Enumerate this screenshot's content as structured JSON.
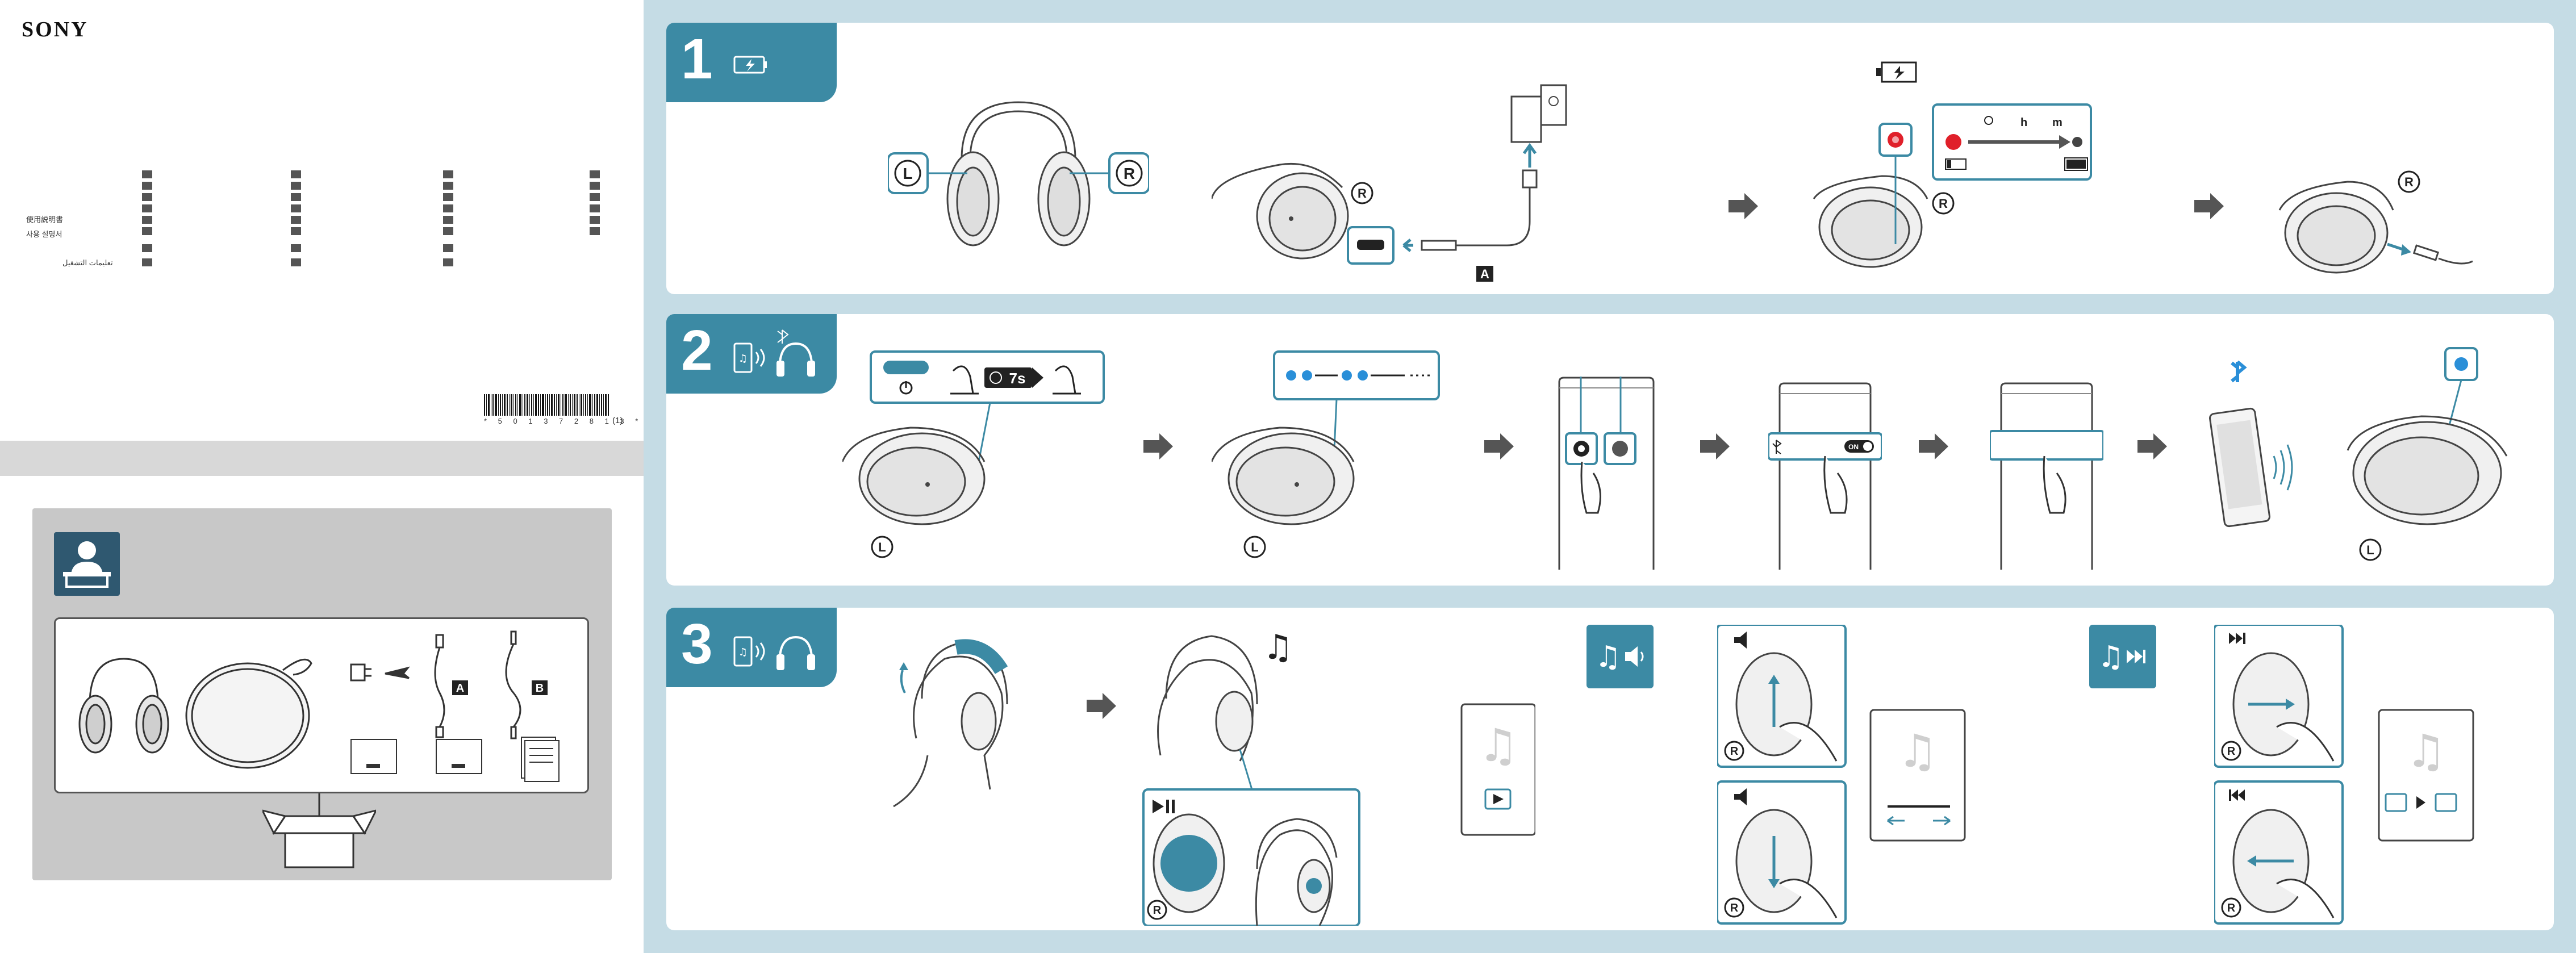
{
  "brand": "SONY",
  "languages": {
    "japanese": "使用説明書",
    "korean": "사용 설명서",
    "arabic": "تعليمات التشغيل"
  },
  "barcode": {
    "number": "* 5 0 1 3 7 2 8 1 3 *",
    "suffix": "(1)"
  },
  "steps": [
    {
      "number": "1"
    },
    {
      "number": "2"
    },
    {
      "number": "3"
    }
  ],
  "step1": {
    "left_mark": "L",
    "right_mark": "R",
    "cable_label": "A",
    "timer_hours": "h",
    "timer_minutes": "m"
  },
  "step2": {
    "hold_time": "7s",
    "toggle_label": "ON",
    "left_mark": "L"
  },
  "contents": {
    "cable_a": "A",
    "cable_b": "B"
  },
  "colors": {
    "accent": "#3c8aa4",
    "background": "#c5dce5",
    "led_red": "#e0202a",
    "led_blue": "#2a8fd8"
  }
}
